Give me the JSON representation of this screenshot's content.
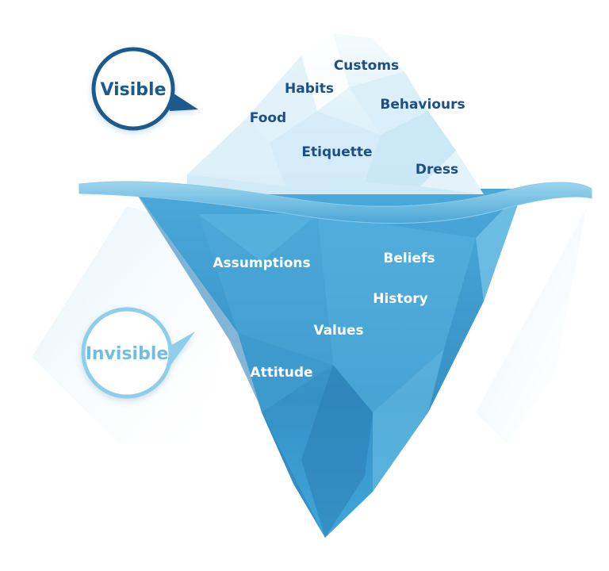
{
  "labels": {
    "visible": "Visible",
    "invisible": "Invisible"
  },
  "above_water": [
    "Customs",
    "Habits",
    "Behaviours",
    "Food",
    "Etiquette",
    "Dress"
  ],
  "below_water": [
    "Assumptions",
    "Beliefs",
    "History",
    "Values",
    "Attitude"
  ],
  "colors": {
    "dark_text": "#1b4f86",
    "bubble_visible": "#1b5a8e",
    "bubble_invisible": "#8fcde9",
    "ice_top": "#eaf6fc",
    "ice_under": "#3a9dd0",
    "water_line": "#5bb2db"
  }
}
